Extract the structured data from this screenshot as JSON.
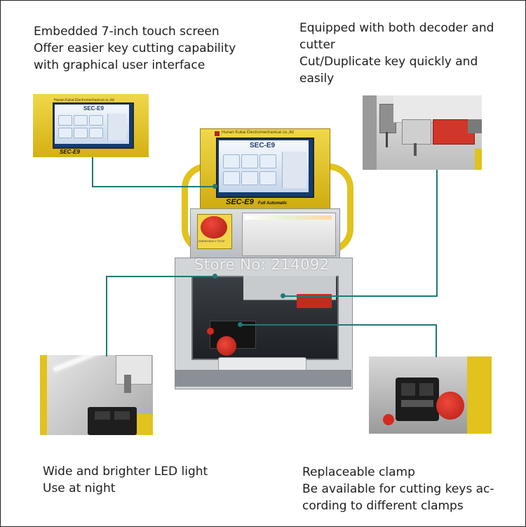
{
  "captions": {
    "top_left": [
      "Embedded 7-inch touch screen",
      "Offer easier key cutting capability",
      "with graphical user interface"
    ],
    "top_right": [
      "Equipped with both decoder and",
      "cutter",
      "Cut/Duplicate key quickly and",
      "easily"
    ],
    "bottom_left": [
      "Wide and brighter LED light",
      "Use at night"
    ],
    "bottom_right": [
      "Replaceable clamp",
      "Be available for cutting keys ac-",
      "cording to different clamps"
    ]
  },
  "machine": {
    "screen_title": "SEC-E9",
    "brand_text": "Hunan Kukai Electromechanical co.,ltd",
    "model_badge": "SEC-E9",
    "model_suffix": "Full Automatic",
    "emergency_label": "EMERGENCY STOP"
  },
  "watermark": "Store No: 214092",
  "colors": {
    "accent_line": "#1f7a74",
    "machine_yellow": "#e2c21c",
    "clamp_red": "#d42a1e",
    "body_grey": "#c9cdd1"
  }
}
